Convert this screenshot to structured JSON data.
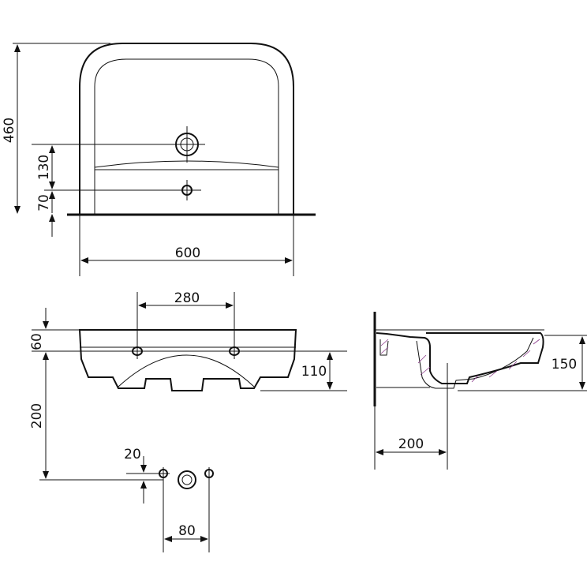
{
  "dimensions": {
    "height_total": "460",
    "tap_to_waste": "130",
    "waste_height": "70",
    "width": "600",
    "tap_spacing": "280",
    "front_top": "60",
    "front_depth": "200",
    "front_bottom": "110",
    "hole_offset": "20",
    "hole_spacing": "80",
    "side_height": "150",
    "side_depth": "200"
  },
  "colors": {
    "line": "#111111",
    "hatch": "#8a3a8a"
  }
}
